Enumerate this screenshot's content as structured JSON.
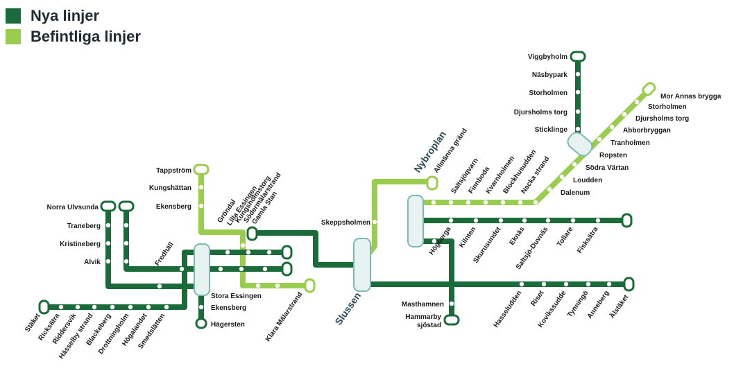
{
  "legend": {
    "new_lines": "Nya linjer",
    "existing_lines": "Befintliga linjer"
  },
  "colors": {
    "new": "#1b6b3a",
    "existing": "#9acd4e",
    "hub_fill": "#e6f3f1",
    "hub_stroke": "#7fb8b0"
  },
  "stations": {
    "viggbyholm": "Viggbyholm",
    "nasbypark": "Näsbypark",
    "storholmen_n": "Storholmen",
    "djursholms_torg_n": "Djursholms torg",
    "sticklinge": "Sticklinge",
    "mor_annas_brygga": "Mor Annas brygga",
    "storholmen_e": "Storholmen",
    "djursholms_torg_e": "Djursholms torg",
    "abborbryggan": "Abborbryggan",
    "tranholmen": "Tranholmen",
    "ropsten": "Ropsten",
    "sodra_vartan": "Södra Värtan",
    "loudden": "Loudden",
    "dalenum": "Dalenum",
    "nacka_strand": "Nacka strand",
    "blockhusudden": "Blockhusudden",
    "kvarnholmen": "Kvarnholmen",
    "finnboda": "Finnboda",
    "saltsjoqvarn": "Saltsjöqvarn",
    "allmanna_grand": "Allmänna gränd",
    "nybroplan": "Nybroplan",
    "skeppsholmen": "Skeppsholmen",
    "slussen": "Slussen",
    "gamla_stan": "Gamla Stan",
    "sodermalarstrand": "Södermälarstrand",
    "kungsholmstorg": "Kungsholmstorg",
    "lilla_essingen": "Lilla Essingen",
    "grondal": "Gröndal",
    "tappstrom": "Tappström",
    "kungshattan": "Kungshättan",
    "ekensberg_n": "Ekensberg",
    "norra_ulvsunda": "Norra Ulvsunda",
    "traneberg": "Traneberg",
    "kristineberg": "Kristineberg",
    "alvik": "Alvik",
    "fredhall": "Fredhäll",
    "stora_essingen": "Stora Essingen",
    "ekensberg_s": "Ekensberg",
    "hagersten": "Hägersten",
    "klara_malarstrand": "Klara Mälarstrand",
    "staket": "Stäket",
    "ricksatra": "Ricksätra",
    "riddersvik": "Riddersvik",
    "hasselby_strand": "Hässelby strand",
    "blackeberg": "Blackeberg",
    "drottningholm": "Drottningholm",
    "hoglandet": "Högalandet",
    "smedslatten": "Smedslätten",
    "masthamnen": "Masthamnen",
    "hammarby_sjostad_1": "Hammarby",
    "hammarby_sjostad_2": "sjöstad",
    "hogberga": "Högberga",
    "kilnten": "Kilnten",
    "skurusundet": "Skurusundet",
    "eknas": "Eknäs",
    "saltsjo_duvnas": "Saltsjö-Duvnäs",
    "tollare": "Tollare",
    "fisksatra": "Fisksätra",
    "hasseludden": "Hasseludden",
    "riset": "Riset",
    "kovikssudde": "Kovikssudde",
    "tynninge": "Tynningö",
    "anneberg": "Anneberg",
    "alstaket": "Älstäket"
  }
}
